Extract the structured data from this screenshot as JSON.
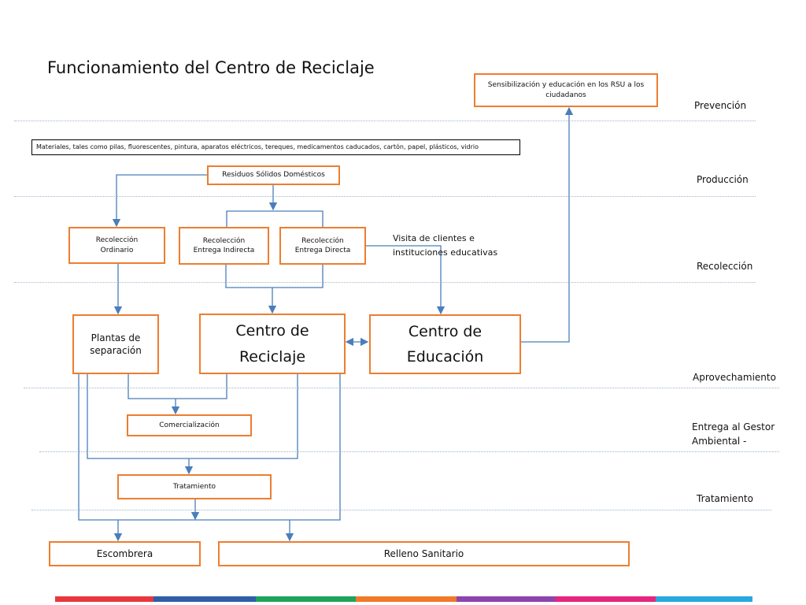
{
  "title": "Funcionamiento del Centro de Reciclaje",
  "stages": {
    "prevencion": "Prevención",
    "produccion": "Producción",
    "recoleccion": "Recolección",
    "aprovechamiento": "Aprovechamiento",
    "entrega": "Entrega al Gestor Ambiental -",
    "tratamiento": "Tratamiento"
  },
  "nodes": {
    "sensibilizacion": "Sensibilización y educación en los RSU a los ciudadanos",
    "materiales": "Materiales, tales como pilas, fluorescentes, pintura, aparatos eléctricos, tereques, medicamentos caducados, cartón, papel, plásticos, vidrio",
    "residuos": "Residuos Sólidos Domésticos",
    "recoleccion_ordinario": "Recolección Ordinario",
    "recoleccion_indirecta": "Recolección Entrega Indirecta",
    "recoleccion_directa": "Recolección Entrega Directa",
    "visita": "Visita de clientes e instituciones educativas",
    "plantas": "Plantas de separación",
    "centro_reciclaje": "Centro de Reciclaje",
    "centro_educacion": "Centro de Educación",
    "comercializacion": "Comercialización",
    "tratamiento": "Tratamiento",
    "escombrera": "Escombrera",
    "relleno": "Relleno Sanitario"
  },
  "colors": {
    "box_border": "#ed7d31",
    "connector": "#4a7ebb",
    "separator": "#9fb6cc",
    "footer": [
      "#e8383d",
      "#2e5fa8",
      "#1fa35b",
      "#f07a2a",
      "#8e44ad",
      "#e6267e",
      "#29a8e0"
    ]
  }
}
